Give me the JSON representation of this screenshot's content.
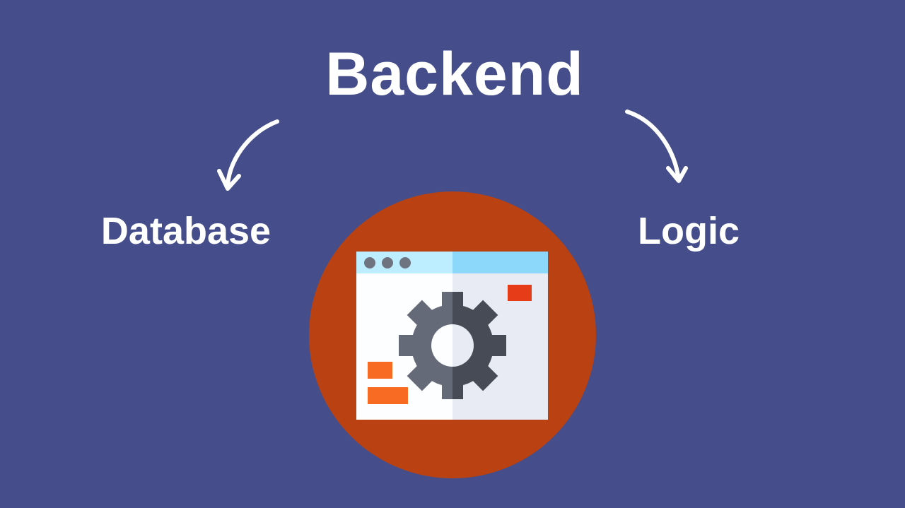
{
  "title": "Backend",
  "branches": [
    {
      "label": "Database"
    },
    {
      "label": "Logic"
    }
  ],
  "colors": {
    "background": "#454e8a",
    "circle": "#b94112",
    "titlebar_left": "#bdeeff",
    "titlebar_right": "#8bd8fa",
    "window_left": "#fdfeff",
    "window_right": "#e8ebf4",
    "gear_left": "#646a78",
    "gear_right": "#464b55",
    "red_block": "#e63c17",
    "orange_block": "#f76b22",
    "dots": "#6f7481"
  },
  "icon": "settings-window-gear-icon"
}
